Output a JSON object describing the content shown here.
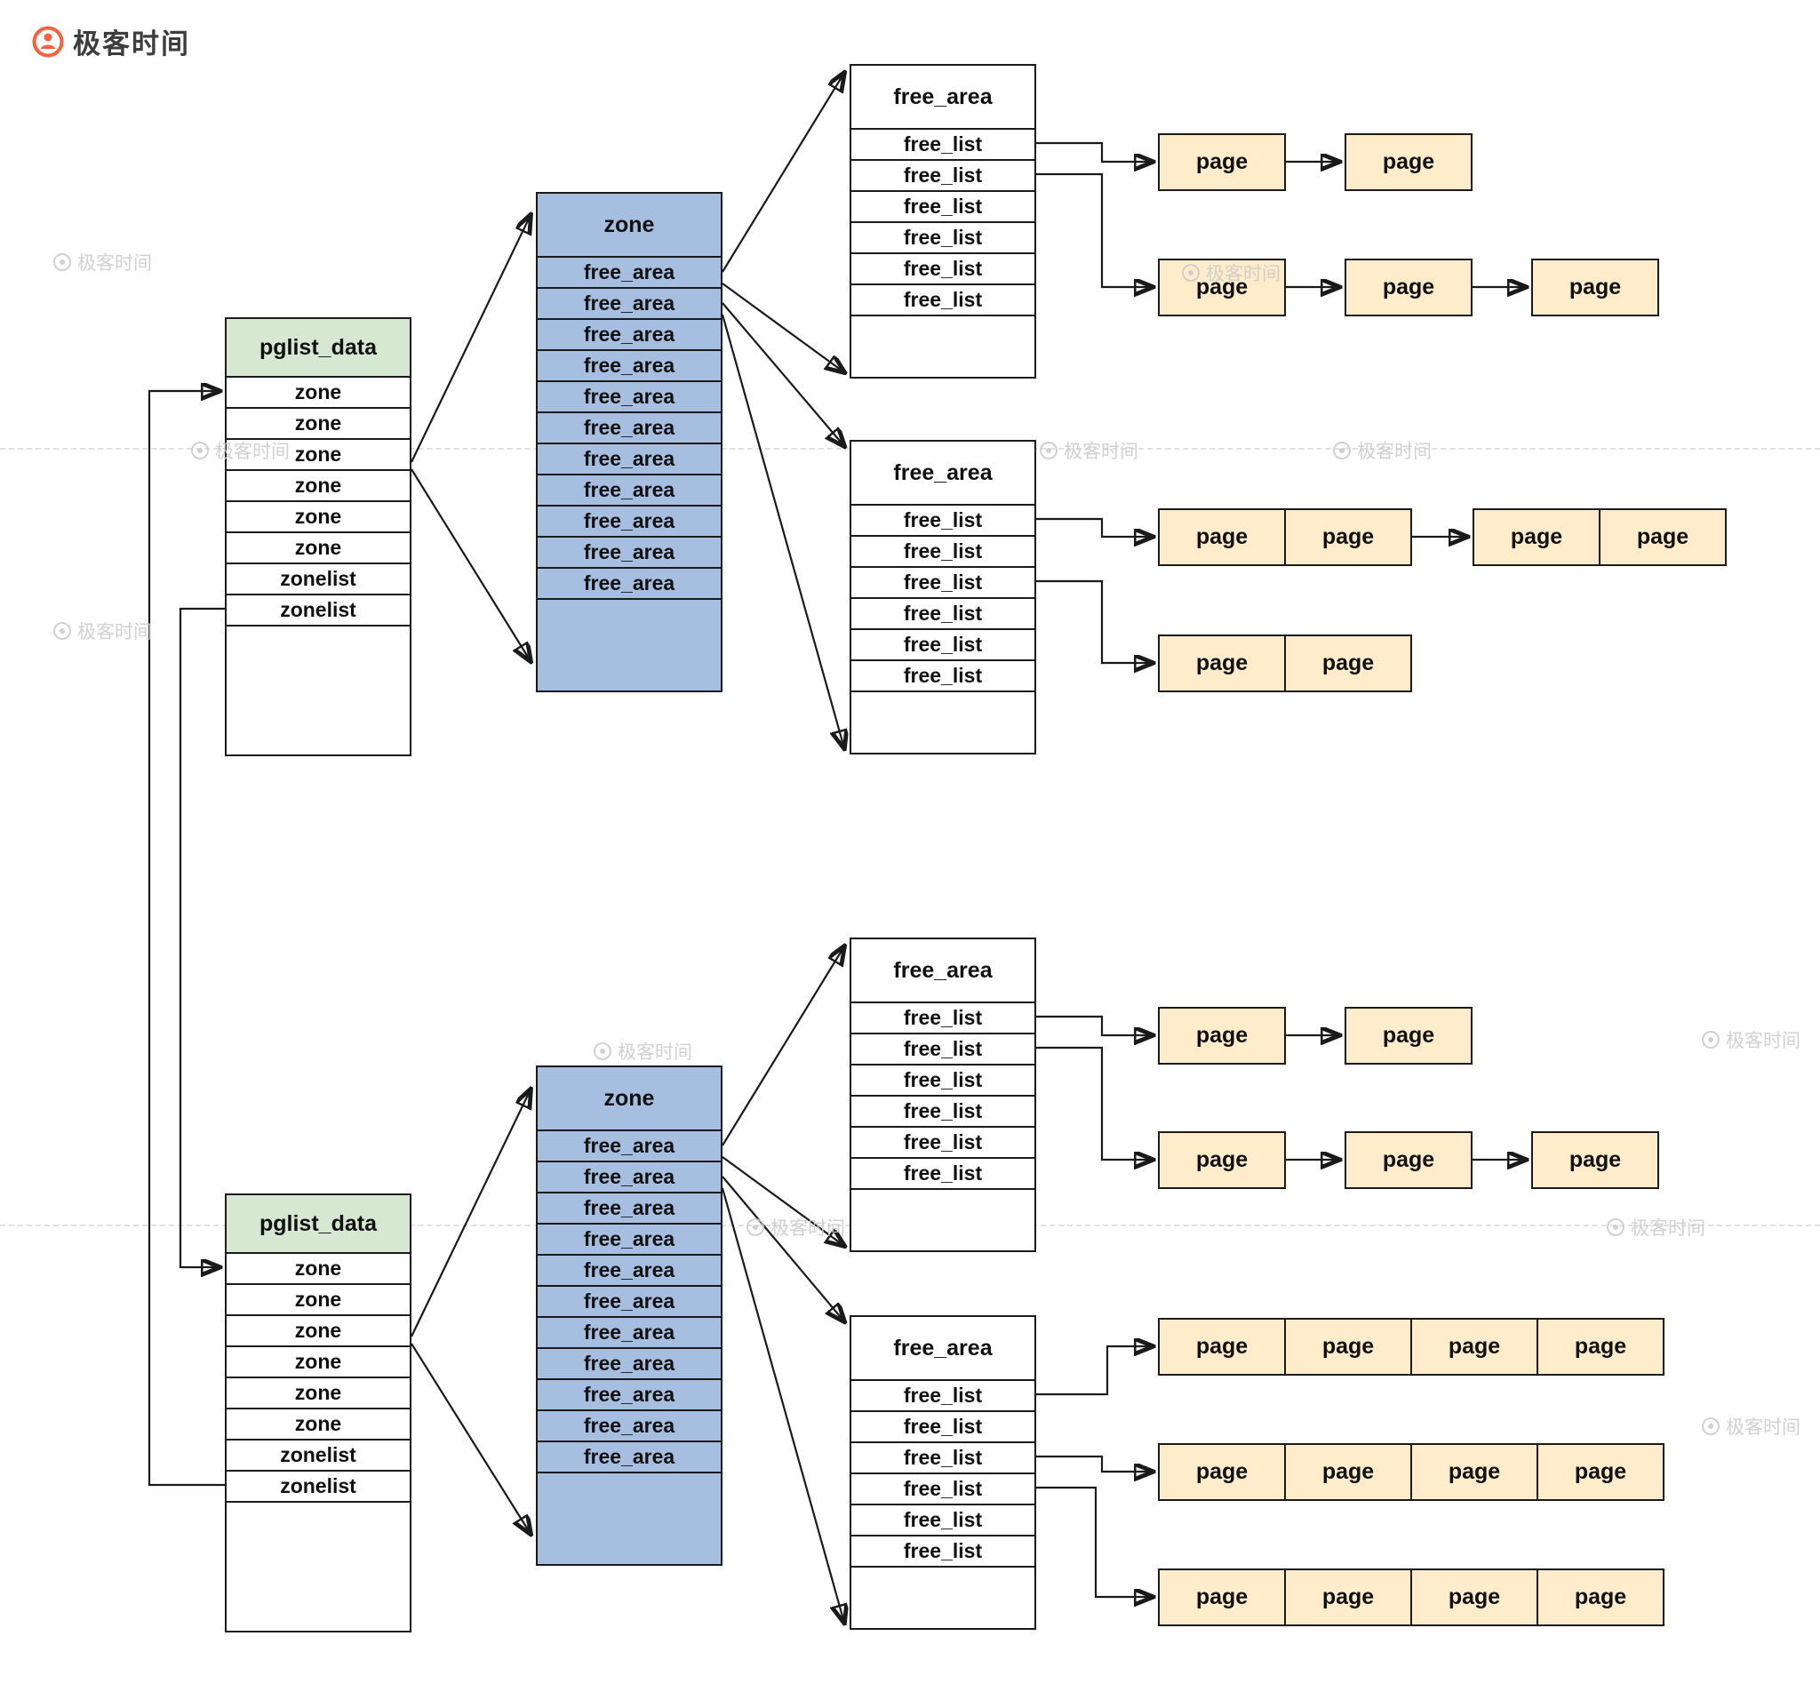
{
  "brand": {
    "logo_text": "极客时间",
    "watermark_text": "极客时间"
  },
  "labels": {
    "page": "page"
  },
  "structs": {
    "pglist": {
      "title": "pglist_data",
      "rows": [
        "zone",
        "zone",
        "zone",
        "zone",
        "zone",
        "zone",
        "zonelist",
        "zonelist"
      ]
    },
    "zone": {
      "title": "zone",
      "rows": [
        "free_area",
        "free_area",
        "free_area",
        "free_area",
        "free_area",
        "free_area",
        "free_area",
        "free_area",
        "free_area",
        "free_area",
        "free_area"
      ]
    },
    "free_area": {
      "title": "free_area",
      "rows": [
        "free_list",
        "free_list",
        "free_list",
        "free_list",
        "free_list",
        "free_list"
      ]
    }
  },
  "colors": {
    "pglist_header_fill": "#d7e8d2",
    "zone_fill": "#a6bfe1",
    "page_fill": "#ffeccb",
    "line": "#1a1a1a",
    "brand_orange": "#f5623d",
    "watermark_gray": "#c9c9c9"
  }
}
